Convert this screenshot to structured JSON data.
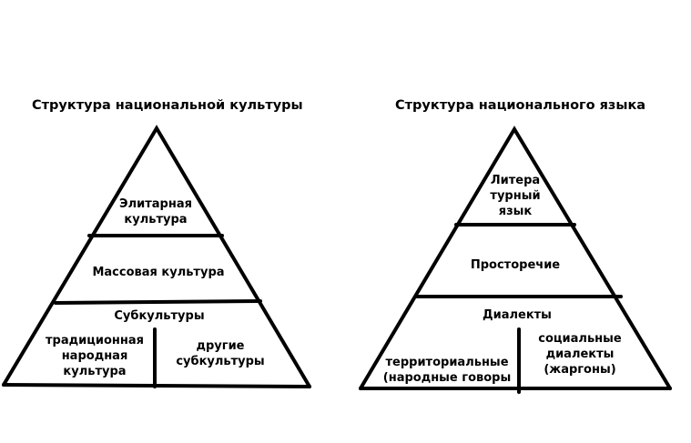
{
  "culture": {
    "title": "Структура национальной культуры",
    "top": "Элитарная\nкультура",
    "middle": "Массовая культура",
    "bottom_header": "Субкультуры",
    "bottom_left": "традиционная\nнародная\nкультура",
    "bottom_right": "другие\nсубкультуры"
  },
  "language": {
    "title": "Структура национального языка",
    "top": "Литера\nтурный\nязык",
    "middle": "Просторечие",
    "bottom_header": "Диалекты",
    "bottom_left": "территориальные\n(народные говоры",
    "bottom_right": "социальные\nдиалекты\n(жаргоны)"
  },
  "colors": {
    "line": "#000000",
    "background": "#ffffff"
  }
}
